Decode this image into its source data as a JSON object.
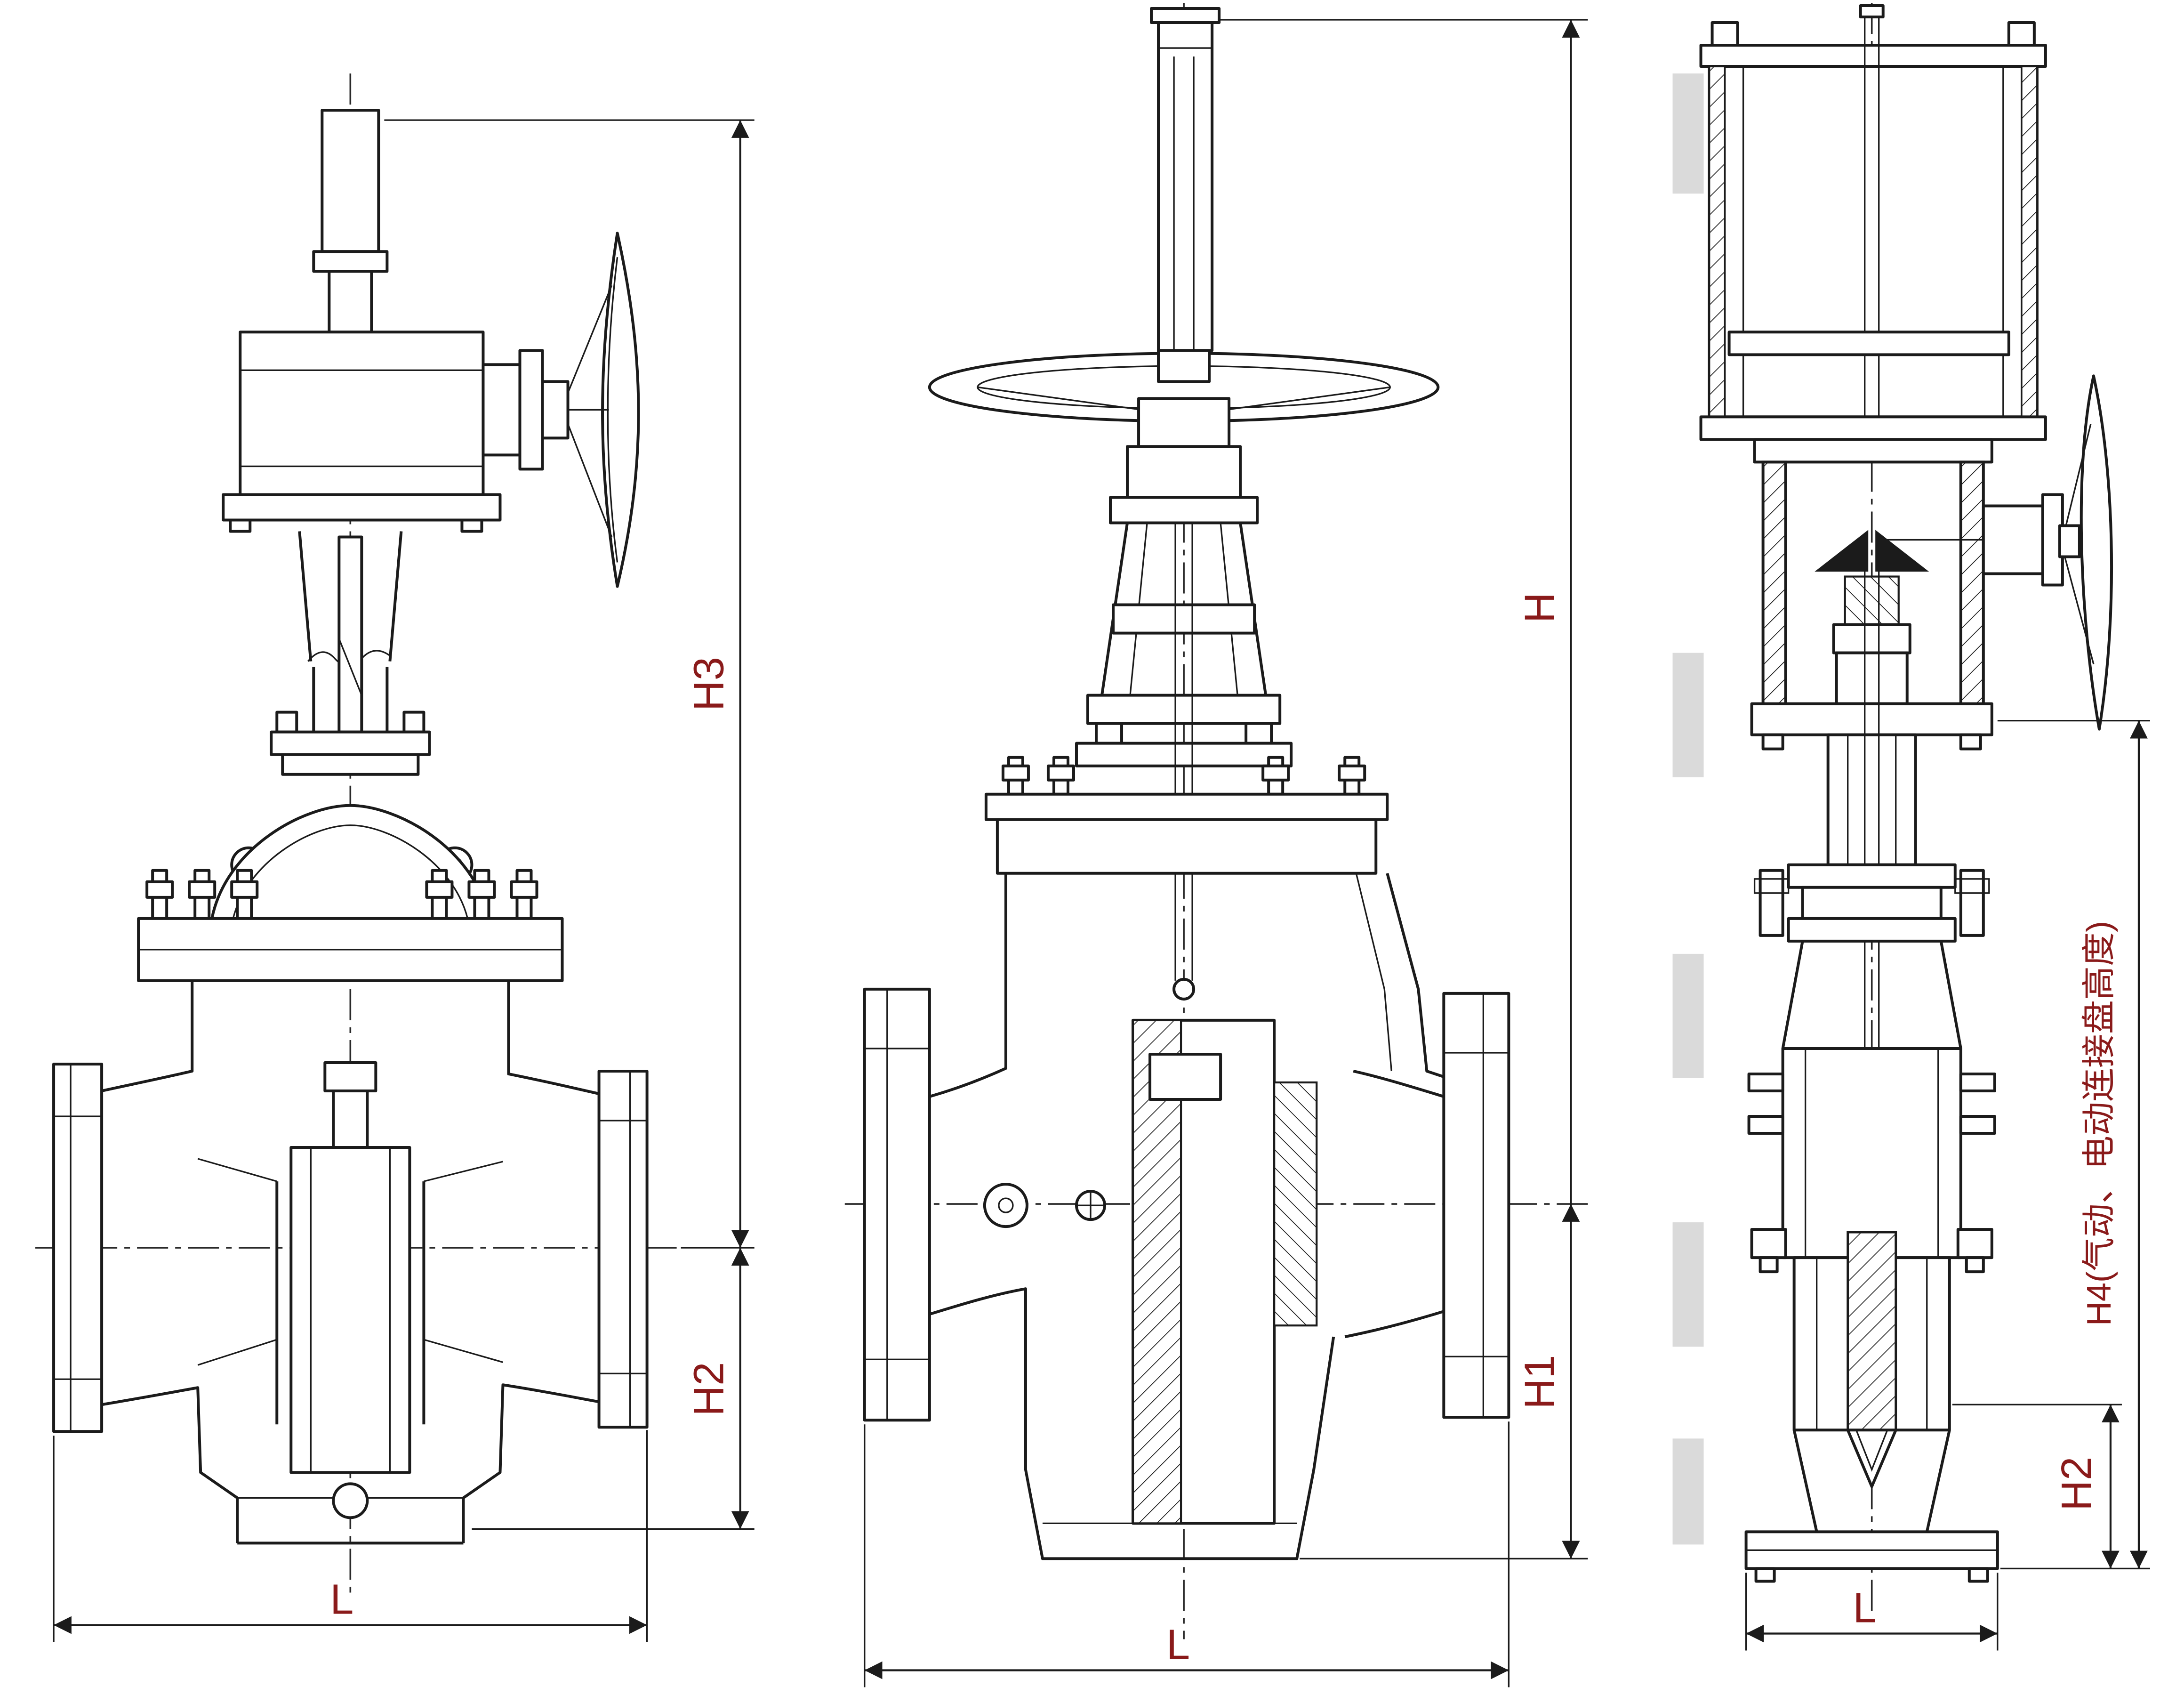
{
  "colors": {
    "background": "#ffffff",
    "line": "#1b1b1b",
    "dimension_label": "#8a1a1a",
    "scan_smudge": "#a8a8a8"
  },
  "views": [
    {
      "label_height_total": "H3",
      "label_height_lower": "H2",
      "label_length": "L"
    },
    {
      "label_height_total": "H",
      "label_height_lower": "H1",
      "label_length": "L"
    },
    {
      "label_height_actuator": "H4(气动、电动连接盘高度)",
      "label_height_lower": "H2",
      "label_length": "L"
    }
  ]
}
